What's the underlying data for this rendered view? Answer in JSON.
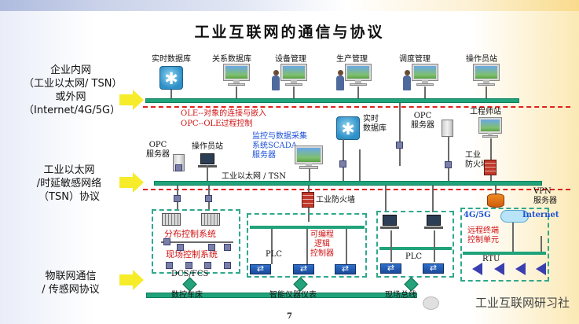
{
  "title": "工业互联网的通信与协议",
  "layers": {
    "enterprise": [
      "企业内网",
      "（工业以太网/ TSN）",
      "或外网",
      "（Internet/4G/5G）"
    ],
    "tsn": [
      "工业以太网",
      "/时延敏感网络",
      "（TSN）协议"
    ],
    "iot": [
      "物联网通信",
      "/ 传感网协议"
    ]
  },
  "top_devices": [
    "实时数据库",
    "关系数据库",
    "设备管理",
    "生产管理",
    "调度管理",
    "操作员站"
  ],
  "ole_lines": [
    "OLE--对象的连接与嵌入",
    "OPC--OLE过程控制"
  ],
  "mid_labels": {
    "realtime_db": "实时\n数据库",
    "opc_server_right": "OPC\n服务器",
    "engineer_station": "工程师站",
    "opc_server_left": "OPC\n服务器",
    "operator_station": "操作员站",
    "scada": "监控与数据采集\n系统SCADA\n服务器",
    "industrial_firewall_top": "工业\n防火墙",
    "bus_label": "工业以太网 / TSN",
    "industrial_firewall_mid": "工业防火墙",
    "vpn": "VPN\n服务器"
  },
  "field": {
    "distributed_control": "分布控制系统",
    "field_control": "现场控制系统",
    "dcs_fcs": "DCS/FCS",
    "plc_left": "PLC",
    "programmable": "可编程\n逻辑\n控制器",
    "plc_right": "PLC",
    "net_4g5g": "4G/5G",
    "internet": "Internet",
    "remote_terminal": "远程终端\n控制单元",
    "rtu": "RTU"
  },
  "bottom_bus": [
    "数控车床",
    "智能仪器仪表",
    "现场总线"
  ],
  "watermark": "工业互联网研习社",
  "page_number": "7",
  "icons": [
    "database-icon",
    "monitor-icon",
    "person-icon",
    "server-icon",
    "firewall-icon",
    "cloud-icon",
    "sensor-triangle-icon",
    "switch-icon",
    "arrow-icon"
  ],
  "colors": {
    "bus": "#20a37b",
    "dash": "#e0221d",
    "arrow": "#f6ec2a",
    "red_text": "#d01414",
    "blue_text": "#1a4fd6"
  }
}
